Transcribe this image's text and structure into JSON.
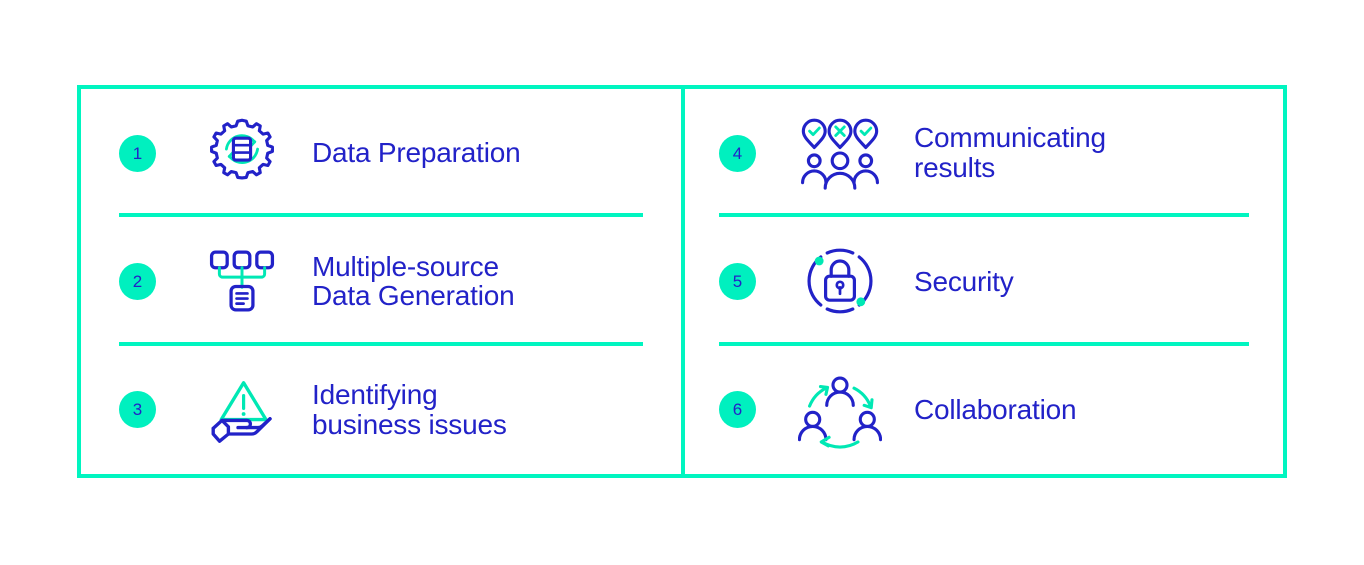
{
  "colors": {
    "accent_green": "#00f5c0",
    "badge_green": "#00f0bf",
    "text_blue": "#2222c8",
    "icon_blue": "#2222c8",
    "background": "#ffffff"
  },
  "panel": {
    "columns": [
      {
        "name": "left-column",
        "steps": [
          {
            "number": "1",
            "icon": "gear-database-refresh-icon",
            "label": "Data Preparation"
          },
          {
            "number": "2",
            "icon": "multiple-source-document-icon",
            "label": "Multiple-source\nData Generation"
          },
          {
            "number": "3",
            "icon": "hand-warning-triangle-icon",
            "label": "Identifying\nbusiness issues"
          }
        ]
      },
      {
        "name": "right-column",
        "steps": [
          {
            "number": "4",
            "icon": "speech-bubbles-people-icon",
            "label": "Communicating\nresults"
          },
          {
            "number": "5",
            "icon": "padlock-circle-icon",
            "label": "Security"
          },
          {
            "number": "6",
            "icon": "people-collaboration-cycle-icon",
            "label": "Collaboration"
          }
        ]
      }
    ]
  }
}
